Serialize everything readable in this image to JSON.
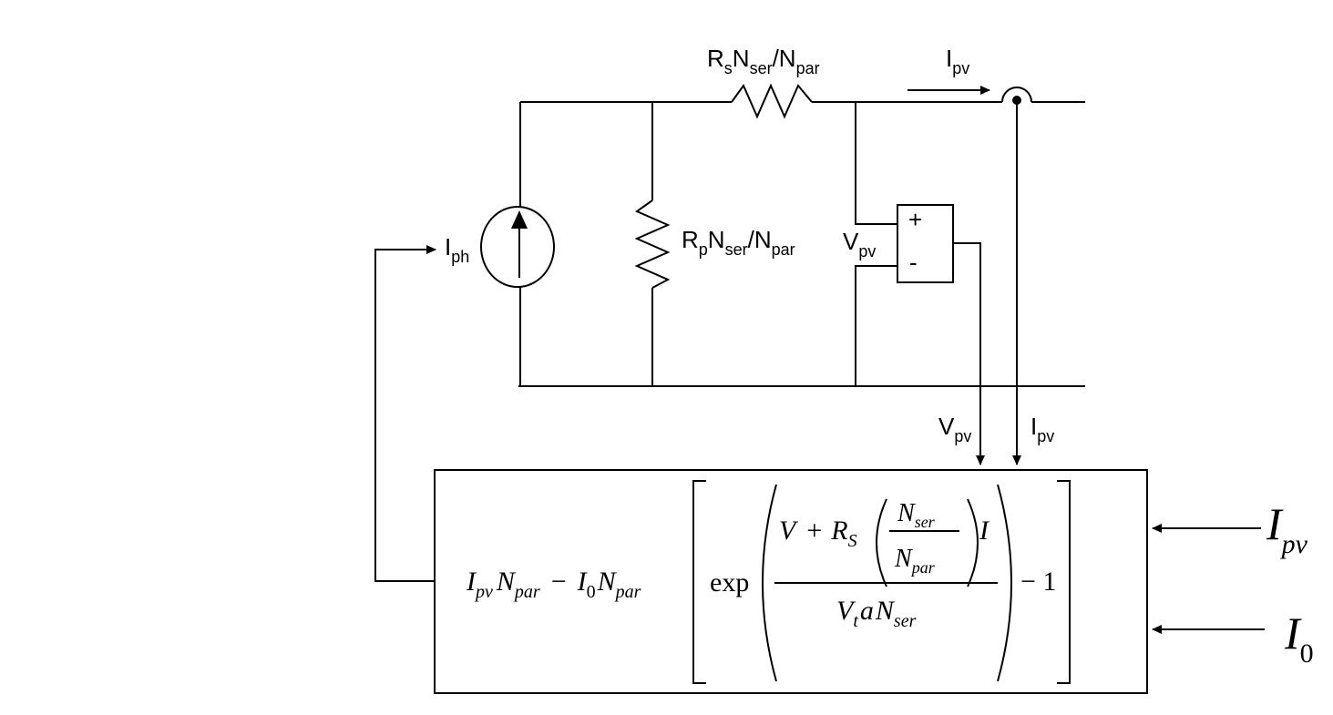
{
  "labels": {
    "series_res": {
      "main1": "R",
      "sub1": "s",
      "main2": "N",
      "sub2": "ser",
      "main3": "/N",
      "sub3": "par"
    },
    "parallel_res": {
      "main1": "R",
      "sub1": "p",
      "main2": "N",
      "sub2": "ser",
      "main3": "/N",
      "sub3": "par"
    },
    "ipv_top": {
      "main": "I",
      "sub": "pv"
    },
    "iph": {
      "main": "I",
      "sub": "ph"
    },
    "vpv_meter": {
      "main": "V",
      "sub": "pv"
    },
    "meter_plus": "+",
    "meter_minus": "-",
    "vpv_arrow": {
      "main": "V",
      "sub": "pv"
    },
    "ipv_arrow": {
      "main": "I",
      "sub": "pv"
    }
  },
  "equation": {
    "t1_main": "I",
    "t1_sub": "pv",
    "t2_main": "N",
    "t2_sub": "par",
    "minus": "−",
    "t3_main": "I",
    "t3_sub": "0",
    "t4_main": "N",
    "t4_sub": "par",
    "exp": "exp",
    "num_v": "V",
    "num_plus": "+",
    "num_r": "R",
    "num_r_sub": "S",
    "frac_n1": "N",
    "frac_n1_sub": "ser",
    "frac_n2": "N",
    "frac_n2_sub": "par",
    "num_i": "I",
    "den_v": "V",
    "den_v_sub": "t",
    "den_a": "a",
    "den_n": "N",
    "den_n_sub": "ser",
    "tail": "− 1"
  },
  "inputs": {
    "ipv": {
      "main": "I",
      "sub": "pv"
    },
    "i0": {
      "main": "I",
      "sub": "0"
    }
  }
}
